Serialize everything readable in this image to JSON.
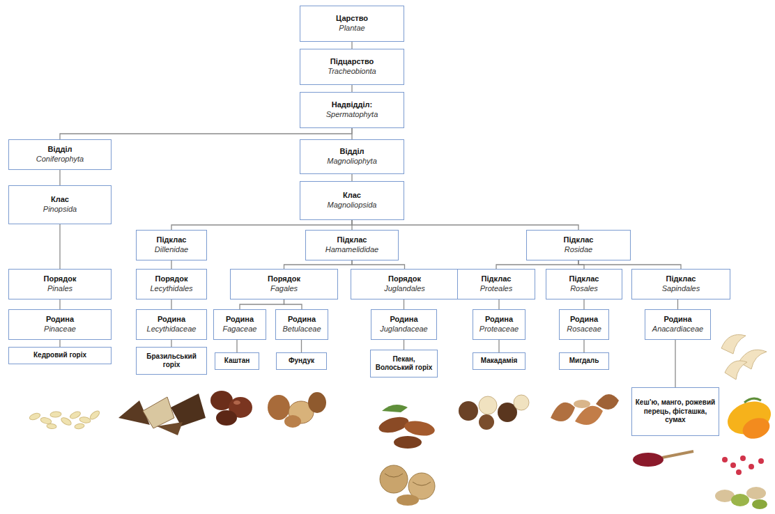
{
  "diagram": {
    "nodes": [
      {
        "text": [
          "Царство",
          "Plantae"
        ]
      },
      {
        "text": [
          "Підцарство",
          "Tracheobionta"
        ]
      },
      {
        "text": [
          "Надвідділ:",
          "Spermatophyta"
        ]
      },
      {
        "text": [
          "Відділ",
          "Coniferophyta"
        ]
      },
      {
        "text": [
          "Відділ",
          "Magnoliophyta"
        ]
      },
      {
        "text": [
          "Клас",
          "Pinopsida"
        ]
      },
      {
        "text": [
          "Клас",
          "Magnoliopsida"
        ]
      },
      {
        "text": [
          "Підклас",
          "Dillenidae"
        ]
      },
      {
        "text": [
          "Підклас",
          "Hamamelididae"
        ]
      },
      {
        "text": [
          "Підклас",
          "Rosidae"
        ]
      },
      {
        "text": [
          "Порядок",
          "Pinales"
        ]
      },
      {
        "text": [
          "Порядок",
          "Lecythidales"
        ]
      },
      {
        "text": [
          "Порядок",
          "Fagales"
        ]
      },
      {
        "text": [
          "Порядок",
          "Juglandales"
        ]
      },
      {
        "text": [
          "Підклас",
          "Proteales"
        ]
      },
      {
        "text": [
          "Підклас",
          "Rosales"
        ]
      },
      {
        "text": [
          "Підклас",
          "Sapindales"
        ]
      },
      {
        "text": [
          "Родина",
          "Pinaceae"
        ]
      },
      {
        "text": [
          "Родина",
          "Lecythidaceae"
        ]
      },
      {
        "text": [
          "Родина",
          "Fagaceae"
        ]
      },
      {
        "text": [
          "Родина",
          "Betulaceae"
        ]
      },
      {
        "text": [
          "Родина",
          "Juglandaceae"
        ]
      },
      {
        "text": [
          "Родина",
          "Proteaceae"
        ]
      },
      {
        "text": [
          "Родина",
          "Rosaceae"
        ]
      },
      {
        "text": [
          "Родина",
          "Anacardiaceae"
        ]
      },
      {
        "text": [
          "Кедровий горіх"
        ]
      },
      {
        "text": [
          "Бразильський горіх"
        ]
      },
      {
        "text": [
          "Каштан"
        ]
      },
      {
        "text": [
          "Фундук"
        ]
      },
      {
        "text": [
          "Пекан, Волоський горіх"
        ]
      },
      {
        "text": [
          "Макадамія"
        ]
      },
      {
        "text": [
          "Мигдаль"
        ]
      },
      {
        "text": [
          "Кеш’ю, манго, рожевий перець, фісташка, сумах"
        ]
      }
    ],
    "edges": [
      {
        "from": 0,
        "to": 1,
        "arrow": "none"
      },
      {
        "from": 1,
        "to": 2,
        "arrow": "none"
      },
      {
        "from": 2,
        "to": 3,
        "arrow": "none"
      },
      {
        "from": 2,
        "to": 4,
        "arrow": "none"
      },
      {
        "from": 3,
        "to": 5,
        "arrow": "none"
      },
      {
        "from": 4,
        "to": 6,
        "arrow": "none"
      },
      {
        "from": 6,
        "to": 7,
        "arrow": "none"
      },
      {
        "from": 6,
        "to": 8,
        "arrow": "none"
      },
      {
        "from": 6,
        "to": 9,
        "arrow": "none"
      },
      {
        "from": 5,
        "to": 10,
        "arrow": "none"
      },
      {
        "from": 7,
        "to": 11,
        "arrow": "none"
      },
      {
        "from": 8,
        "to": 12,
        "arrow": "none"
      },
      {
        "from": 8,
        "to": 13,
        "arrow": "none"
      },
      {
        "from": 9,
        "to": 14,
        "arrow": "none"
      },
      {
        "from": 9,
        "to": 15,
        "arrow": "none"
      },
      {
        "from": 9,
        "to": 16,
        "arrow": "none"
      },
      {
        "from": 10,
        "to": 17,
        "arrow": "none"
      },
      {
        "from": 11,
        "to": 18,
        "arrow": "none"
      },
      {
        "from": 12,
        "to": 19,
        "arrow": "none"
      },
      {
        "from": 12,
        "to": 20,
        "arrow": "none"
      },
      {
        "from": 13,
        "to": 21,
        "arrow": "none"
      },
      {
        "from": 14,
        "to": 22,
        "arrow": "none"
      },
      {
        "from": 15,
        "to": 23,
        "arrow": "none"
      },
      {
        "from": 16,
        "to": 24,
        "arrow": "none"
      },
      {
        "from": 17,
        "to": 25,
        "arrow": "none"
      },
      {
        "from": 18,
        "to": 26,
        "arrow": "none"
      },
      {
        "from": 19,
        "to": 27,
        "arrow": "none"
      },
      {
        "from": 20,
        "to": 28,
        "arrow": "none"
      },
      {
        "from": 21,
        "to": 29,
        "arrow": "none"
      },
      {
        "from": 22,
        "to": 30,
        "arrow": "none"
      },
      {
        "from": 23,
        "to": 31,
        "arrow": "none"
      },
      {
        "from": 24,
        "to": 32,
        "arrow": "none"
      }
    ]
  }
}
